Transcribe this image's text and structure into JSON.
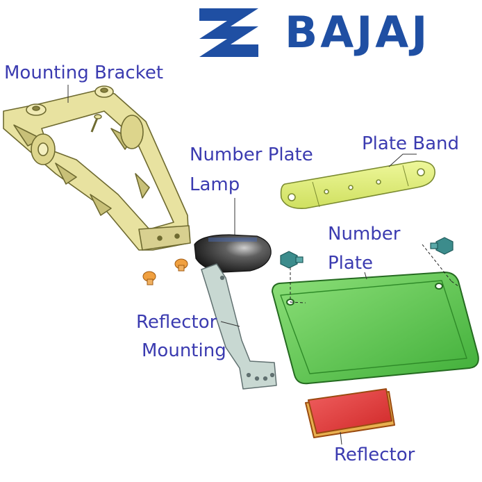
{
  "brand": {
    "name": "BAJAJ",
    "color": "#1f4fa3",
    "logo_icon": "bajaj-logo-icon"
  },
  "labels": {
    "mounting_bracket": "Mounting Bracket",
    "number_plate_lamp_line1": "Number Plate",
    "number_plate_lamp_line2": "Lamp",
    "plate_band": "Plate Band",
    "number_plate_line1": "Number",
    "number_plate_line2": "Plate",
    "reflector_mounting_line1": "Reflector",
    "reflector_mounting_line2": "Mounting",
    "reflector": "Reflector"
  },
  "colors": {
    "label_text": "#3b3bb0",
    "bracket": "#e8e2a0",
    "plate_band": "#e2f07a",
    "number_plate": "#5ec850",
    "reflector": "#e54040",
    "reflector_mount": "#c8d8d2",
    "lamp": "#3a3a3a",
    "bolts": "#3c8c8c",
    "nuts": "#f0a040"
  }
}
